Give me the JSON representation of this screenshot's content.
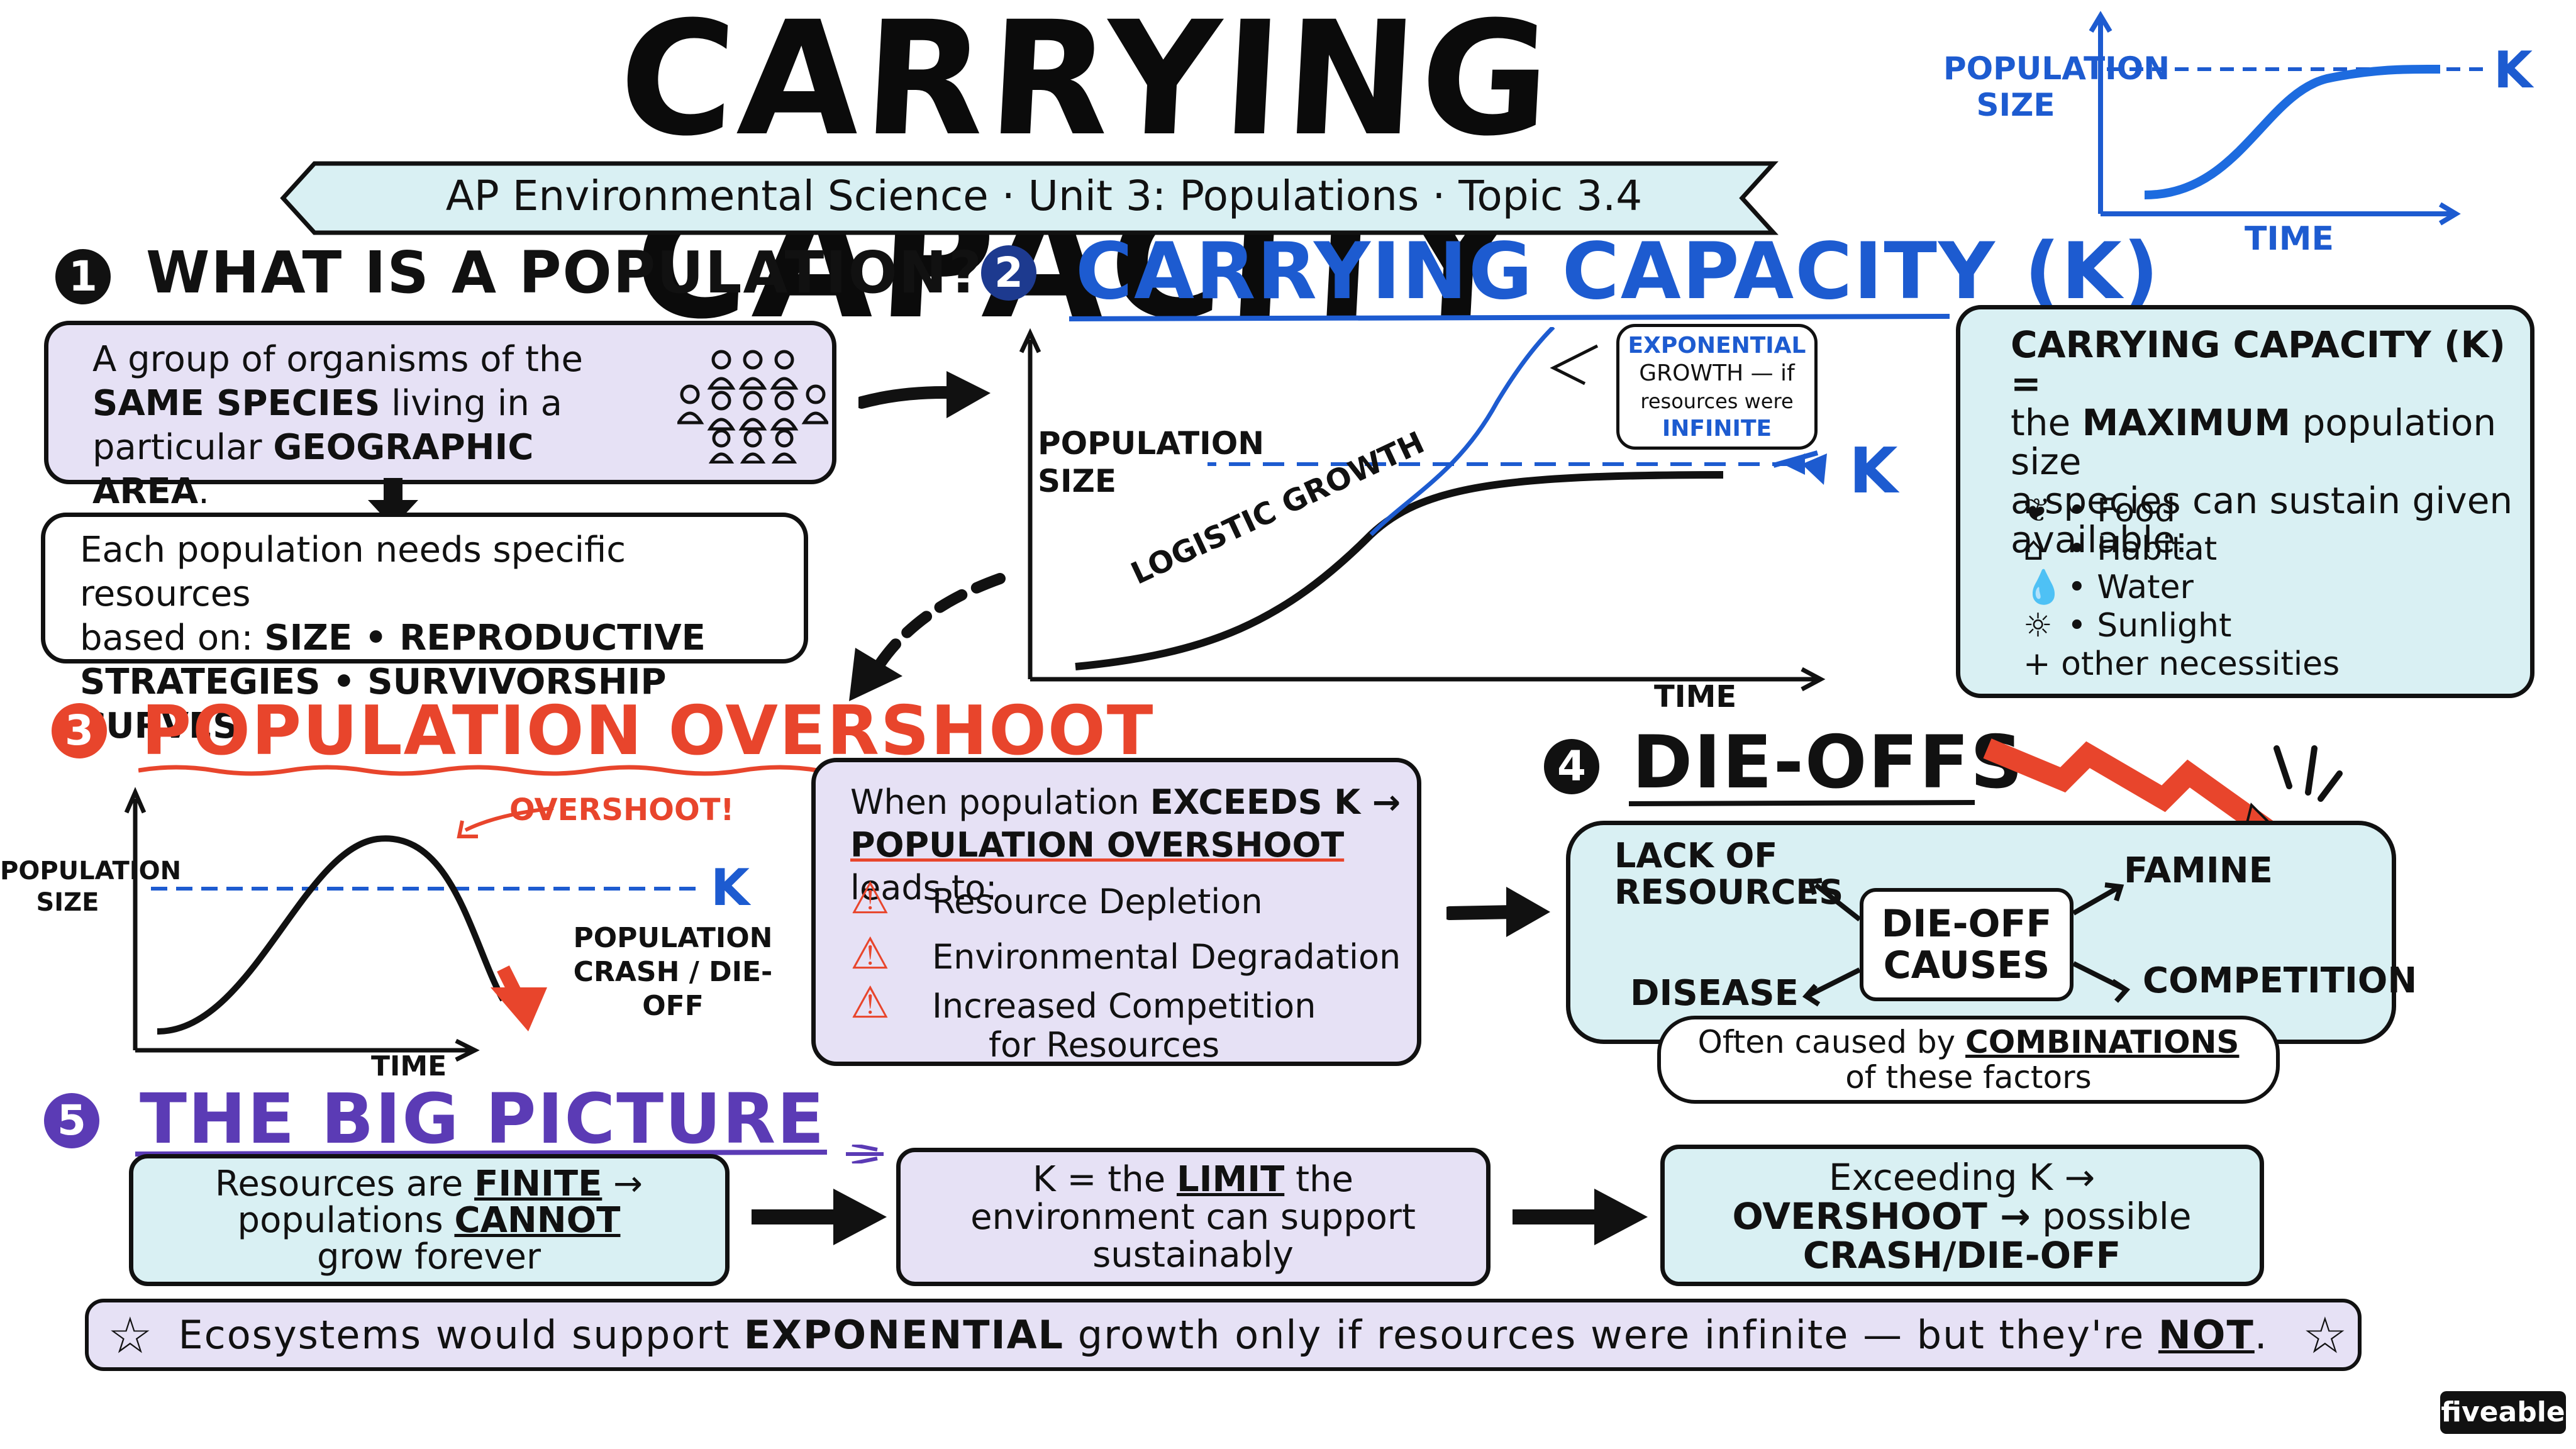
{
  "header": {
    "title": "CARRYING CAPACITY",
    "subtitle": "AP Environmental Science · Unit 3: Populations · Topic 3.4"
  },
  "mini_chart": {
    "ylabel_1": "POPULATION",
    "ylabel_2": "SIZE",
    "xlabel": "TIME",
    "k_label": "K"
  },
  "section1": {
    "number": "1",
    "heading": "WHAT IS A POPULATION?",
    "def_line1": "A group of organisms of the",
    "def_line2_bold": "SAME SPECIES",
    "def_line2_rest": " living in a",
    "def_line3_pre": "particular ",
    "def_line3_bold": "GEOGRAPHIC AREA",
    "def_line3_post": ".",
    "needs_line1": "Each population needs specific resources",
    "needs_line2_pre": "based on: ",
    "needs_line2_bold": "SIZE • REPRODUCTIVE",
    "needs_line3_bold": "STRATEGIES • SURVIVORSHIP CURVES"
  },
  "section2": {
    "number": "2",
    "heading": "CARRYING CAPACITY (K)",
    "ylabel_1": "POPULATION",
    "ylabel_2": "SIZE",
    "xlabel": "TIME",
    "logistic_label": "LOGISTIC GROWTH",
    "k_label": "K",
    "callout_line1": "EXPONENTIAL",
    "callout_line2": "GROWTH — if",
    "callout_line3": "resources were",
    "callout_line4": "INFINITE"
  },
  "definition": {
    "line1": "CARRYING CAPACITY (K) =",
    "line2_pre": "the ",
    "line2_bold": "MAXIMUM",
    "line2_post": " population size",
    "line3": "a species can sustain given",
    "line4": "available:",
    "items": [
      "• Food",
      "• Habitat",
      "• Water",
      "• Sunlight"
    ],
    "other": "+ other necessities"
  },
  "section3": {
    "number": "3",
    "heading": "POPULATION OVERSHOOT",
    "ylabel_1": "POPULATION",
    "ylabel_2": "SIZE",
    "xlabel": "TIME",
    "overshoot_label": "OVERSHOOT!",
    "k_label": "K",
    "crash_line1": "POPULATION",
    "crash_line2": "CRASH / DIE-OFF",
    "box_line1_pre": "When population ",
    "box_line1_bold": "EXCEEDS K →",
    "box_line2_bold": "POPULATION OVERSHOOT",
    "box_line2_post": " leads to:",
    "effects": [
      "Resource Depletion",
      "Environmental Degradation",
      "Increased Competition",
      "for Resources"
    ]
  },
  "section4": {
    "number": "4",
    "heading": "DIE-OFFS",
    "center_line1": "DIE-OFF",
    "center_line2": "CAUSES",
    "cause_lack_1": "LACK OF",
    "cause_lack_2": "RESOURCES",
    "cause_famine": "FAMINE",
    "cause_disease": "DISEASE",
    "cause_competition": "COMPETITION",
    "note_pre": "Often caused by ",
    "note_bold": "COMBINATIONS",
    "note_line2": "of these factors"
  },
  "section5": {
    "number": "5",
    "heading": "THE BIG PICTURE",
    "box1_line1_pre": "Resources are ",
    "box1_line1_bold": "FINITE",
    "box1_line1_post": " →",
    "box1_line2_pre": "populations ",
    "box1_line2_bold": "CANNOT",
    "box1_line3": "grow forever",
    "box2_line1_pre": "K = the ",
    "box2_line1_bold": "LIMIT",
    "box2_line1_post": " the",
    "box2_line2": "environment can support",
    "box2_line3": "sustainably",
    "box3_line1": "Exceeding K →",
    "box3_line2_bold": "OVERSHOOT →",
    "box3_line2_post": " possible",
    "box3_line3_bold": "CRASH/DIE-OFF"
  },
  "footer": {
    "pre": "Ecosystems would support ",
    "bold": "EXPONENTIAL",
    "mid": " growth only if resources were infinite — but they're ",
    "not": "NOT",
    "post": ".",
    "brand": "fiveable"
  },
  "colors": {
    "blue": "#1d5bd0",
    "red": "#e8452c",
    "purple": "#5b3bb5",
    "purple_box": "#e6e1f5",
    "cyan_box": "#d9f0f3"
  }
}
